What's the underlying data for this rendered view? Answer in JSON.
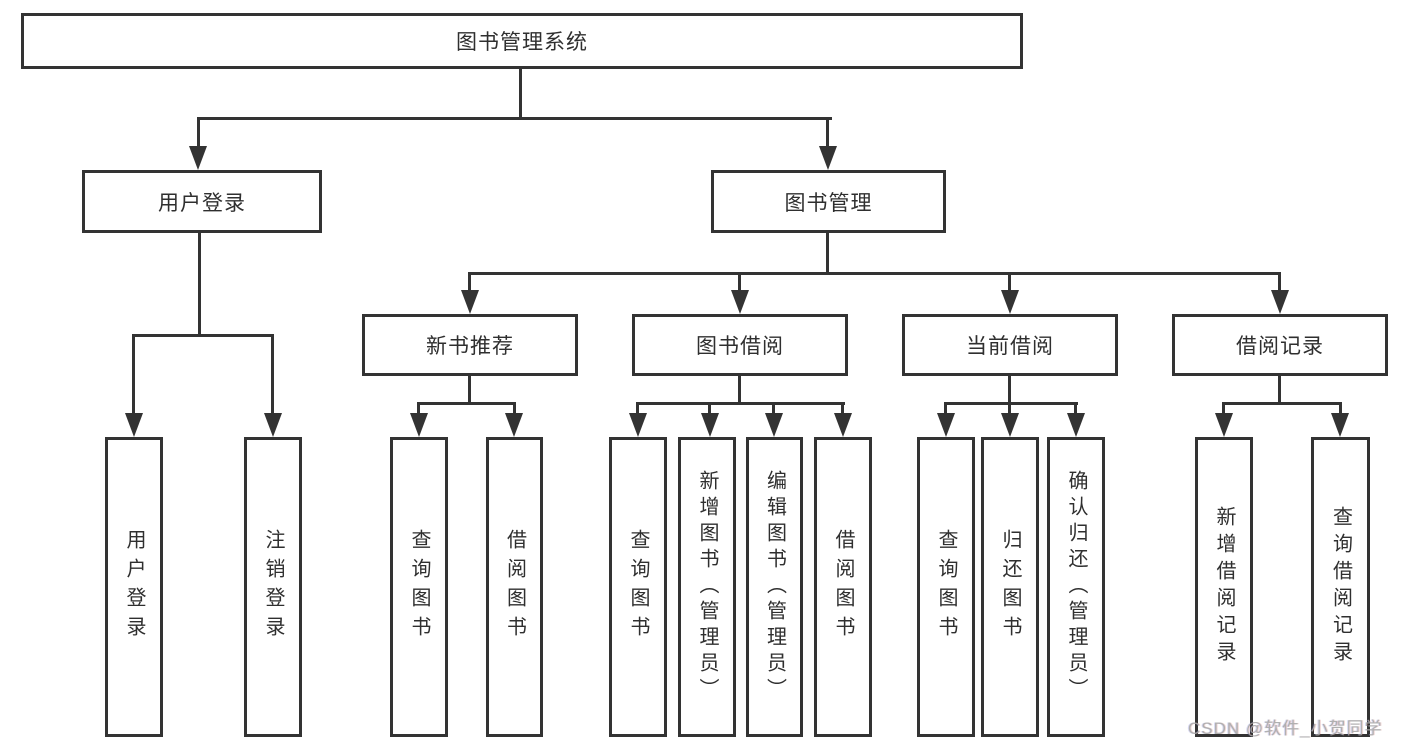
{
  "diagram": {
    "colors": {
      "line": "#333333",
      "text": "#2f2f2f",
      "background": "#ffffff",
      "watermark": "#a8a8a8"
    },
    "root": {
      "label": "图书管理系统"
    },
    "level2": [
      {
        "label": "用户登录"
      },
      {
        "label": "图书管理"
      }
    ],
    "level3": [
      {
        "label": "新书推荐"
      },
      {
        "label": "图书借阅"
      },
      {
        "label": "当前借阅"
      },
      {
        "label": "借阅记录"
      }
    ],
    "leaves": [
      {
        "label": "用户登录"
      },
      {
        "label": "注销登录"
      },
      {
        "label": "查询图书"
      },
      {
        "label": "借阅图书"
      },
      {
        "label": "查询图书"
      },
      {
        "label": "新增图书（管理员）"
      },
      {
        "label": "编辑图书（管理员）"
      },
      {
        "label": "借阅图书"
      },
      {
        "label": "查询图书"
      },
      {
        "label": "归还图书"
      },
      {
        "label": "确认归还（管理员）"
      },
      {
        "label": "新增借阅记录"
      },
      {
        "label": "查询借阅记录"
      }
    ],
    "watermark": {
      "label": "CSDN @软件_小贺同学"
    }
  }
}
